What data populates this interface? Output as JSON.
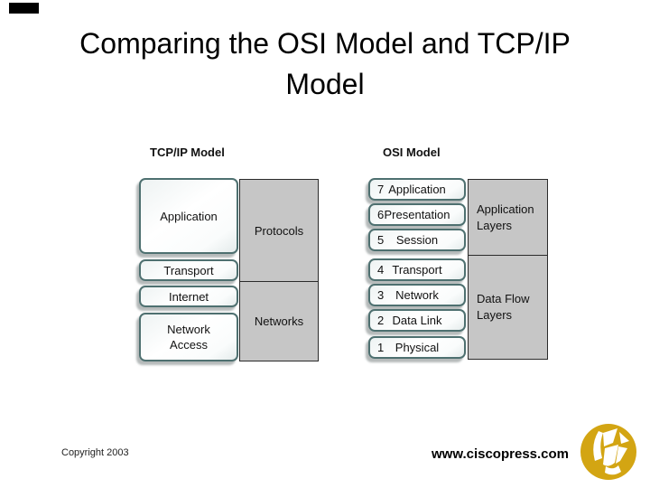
{
  "slide": {
    "title_line1": "Comparing the OSI Model and TCP/IP",
    "title_line2": "Model",
    "footer": {
      "copyright": "Copyright 2003",
      "website": "www.ciscopress.com"
    }
  },
  "diagram": {
    "tcpip": {
      "heading": "TCP/IP Model",
      "layers": [
        {
          "label": "Application"
        },
        {
          "label": "Transport"
        },
        {
          "label": "Internet"
        },
        {
          "label": "Network Access"
        }
      ],
      "groups": [
        {
          "label": "Protocols"
        },
        {
          "label": "Networks"
        }
      ]
    },
    "osi": {
      "heading": "OSI Model",
      "layers": [
        {
          "num": "7",
          "label": "Application"
        },
        {
          "num": "6",
          "label": "Presentation"
        },
        {
          "num": "5",
          "label": "Session"
        },
        {
          "num": "4",
          "label": "Transport"
        },
        {
          "num": "3",
          "label": "Network"
        },
        {
          "num": "2",
          "label": "Data Link"
        },
        {
          "num": "1",
          "label": "Physical"
        }
      ],
      "groups": [
        {
          "line1": "Application",
          "line2": "Layers"
        },
        {
          "line1": "Data Flow",
          "line2": "Layers"
        }
      ]
    }
  },
  "icons": {
    "logo": "ciscopress-gold-logo"
  },
  "colors": {
    "panel_gray": "#c6c6c6",
    "box_border_teal": "#4e7070",
    "logo_gold": "#d3a513",
    "text": "#000000"
  }
}
